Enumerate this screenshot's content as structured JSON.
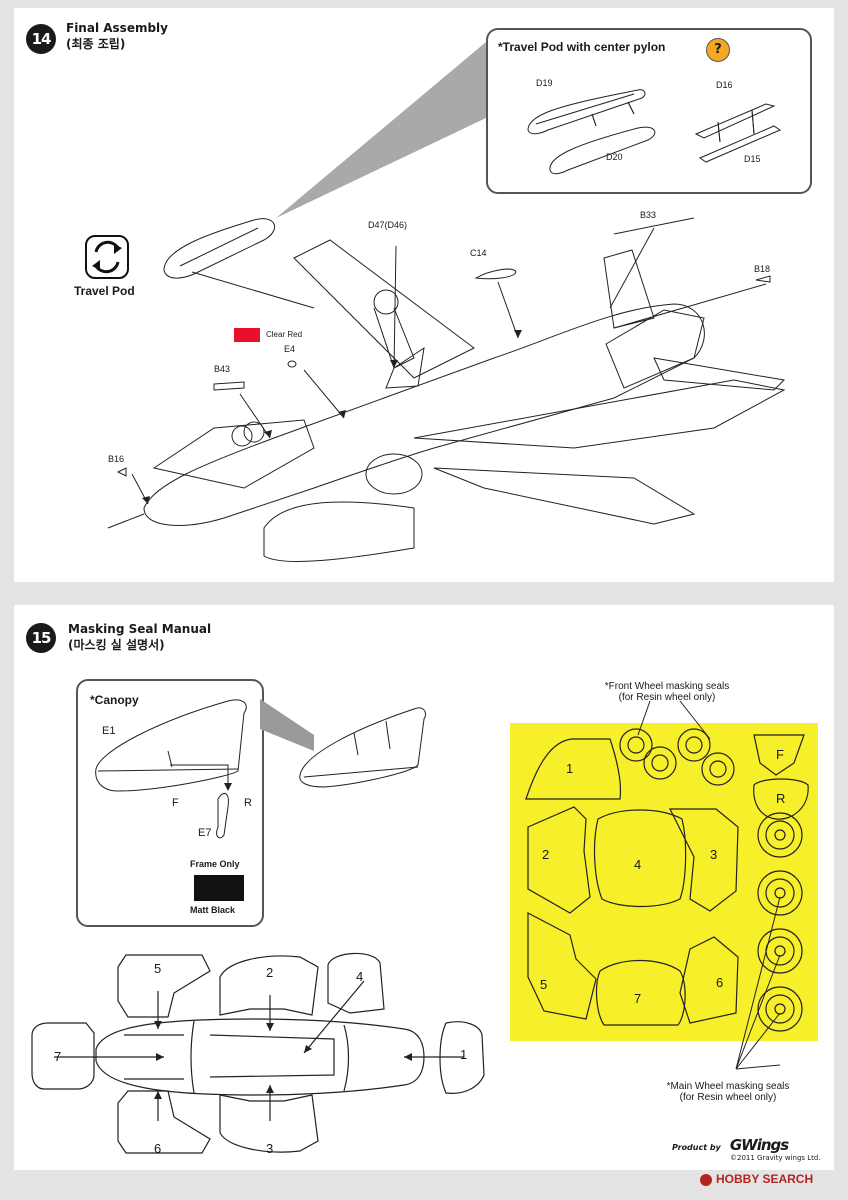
{
  "step14": {
    "number": "14",
    "title": "Final Assembly",
    "title_kr": "(최종 조립)",
    "travel_pod_inset_title": "*Travel Pod with center pylon",
    "question_mark": "?",
    "inset_parts": [
      "D19",
      "D20",
      "D16",
      "D15"
    ],
    "travel_pod_label": "Travel Pod",
    "parts": [
      "D47(D46)",
      "C14",
      "B33",
      "B18",
      "E4",
      "B43",
      "B16"
    ],
    "clear_red_label": "Clear Red",
    "clear_red_color": "#e8102a"
  },
  "step15": {
    "number": "15",
    "title": "Masking Seal Manual",
    "title_kr": "(마스킹 실 설명서)",
    "canopy_inset_title": "*Canopy",
    "canopy_parts": [
      "E1",
      "E7"
    ],
    "f_label": "F",
    "r_label": "R",
    "frame_only_label": "Frame Only",
    "matt_black_label": "Matt Black",
    "matt_black_color": "#111111",
    "canopy_numbers": [
      "5",
      "2",
      "4",
      "7",
      "1",
      "6",
      "3"
    ],
    "front_wheel_note": "*Front Wheel masking seals",
    "front_wheel_sub": "(for Resin wheel only)",
    "main_wheel_note": "*Main Wheel masking seals",
    "main_wheel_sub": "(for Resin wheel only)",
    "sheet_color": "#f7ef2a",
    "sheet_numbers": [
      "1",
      "2",
      "3",
      "4",
      "5",
      "6",
      "7"
    ],
    "sheet_f": "F",
    "sheet_r": "R"
  },
  "footer": {
    "product_by": "Product by",
    "brand": "GWings",
    "copyright": "©2011 Gravity wings Ltd.",
    "watermark": "HOBBY SEARCH"
  }
}
